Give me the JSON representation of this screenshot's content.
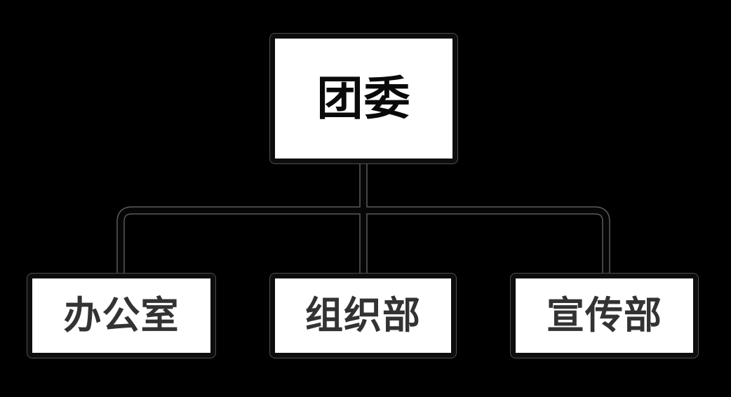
{
  "diagram": {
    "type": "org-chart",
    "background_color": "#000000",
    "node_fill_color": "#ffffff",
    "node_border_color": "#0d0d0d",
    "connector_color": "#060606",
    "connector_halo_color": "#5a5a5a",
    "root_text_color": "#0a0a0a",
    "child_text_color": "#333333",
    "root": {
      "label": "团委"
    },
    "children": [
      {
        "label": "办公室"
      },
      {
        "label": "组织部"
      },
      {
        "label": "宣传部"
      }
    ],
    "edges": [
      {
        "from": "团委",
        "to": "办公室"
      },
      {
        "from": "团委",
        "to": "组织部"
      },
      {
        "from": "团委",
        "to": "宣传部"
      }
    ]
  }
}
